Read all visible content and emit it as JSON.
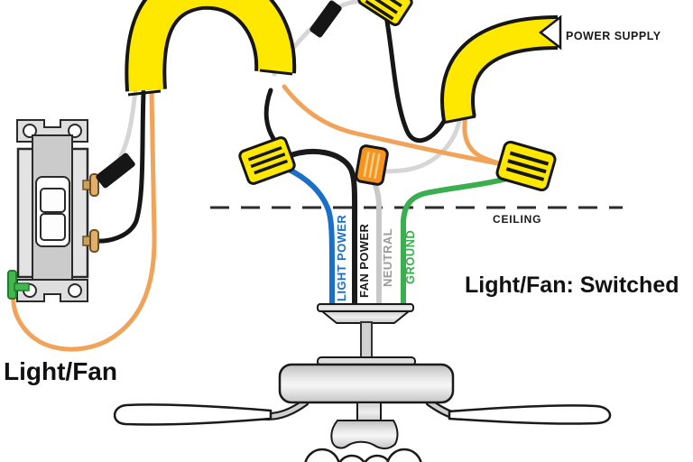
{
  "diagram": {
    "power_supply_label": "POWER SUPPLY",
    "ceiling_label": "CEILING",
    "switch_name_label": "Light/Fan",
    "mode_label": "Light/Fan: Switched"
  },
  "wires": {
    "light_power": {
      "label": "LIGHT POWER",
      "color": "#1b6fc8"
    },
    "fan_power": {
      "label": "FAN POWER",
      "color": "#1a1a1a"
    },
    "neutral": {
      "label": "NEUTRAL",
      "color": "#c9c9c9",
      "label_color": "#9a9a9a"
    },
    "ground": {
      "label": "GROUND",
      "color": "#3bae4f"
    }
  },
  "colors": {
    "cable_jacket_yellow": "#ffe800",
    "hot_wire_black": "#161616",
    "neutral_wire_gray": "#cfcfcf",
    "ground_wire_copper": "#f2a35a",
    "wire_nut_yellow": "#ffe800",
    "wire_nut_orange": "#f5941f",
    "outline_black": "#161616"
  }
}
